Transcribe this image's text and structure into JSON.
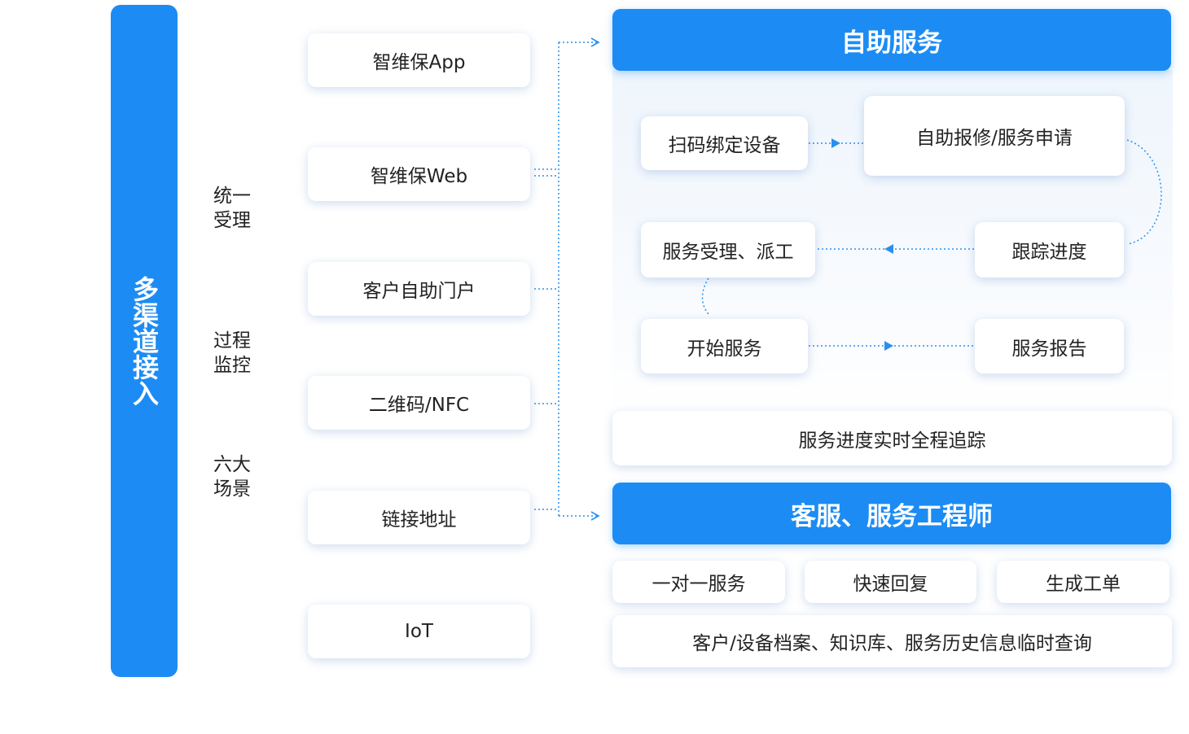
{
  "left_bar": {
    "label": "多渠道接入"
  },
  "side_labels": [
    {
      "line1": "统一",
      "line2": "受理"
    },
    {
      "line1": "过程",
      "line2": "监控"
    },
    {
      "line1": "六大",
      "line2": "场景"
    }
  ],
  "channels": [
    "智维保App",
    "智维保Web",
    "客户自助门户",
    "二维码/NFC",
    "链接地址",
    "IoT"
  ],
  "self_service": {
    "title": "自助服务",
    "steps": {
      "scan": "扫码绑定设备",
      "apply": "自助报修/服务申请",
      "track": "跟踪进度",
      "dispatch": "服务受理、派工",
      "start": "开始服务",
      "report": "服务报告"
    },
    "tracking_bar": "服务进度实时全程追踪"
  },
  "service_team": {
    "title": "客服、服务工程师",
    "features": [
      "一对一服务",
      "快速回复",
      "生成工单"
    ],
    "info_bar": "客户/设备档案、知识库、服务历史信息临时查询"
  },
  "colors": {
    "accent": "#1c8cf4",
    "connector": "#2a8ff0",
    "card_bg": "#ffffff",
    "panel_bg": "#eef5fc"
  }
}
